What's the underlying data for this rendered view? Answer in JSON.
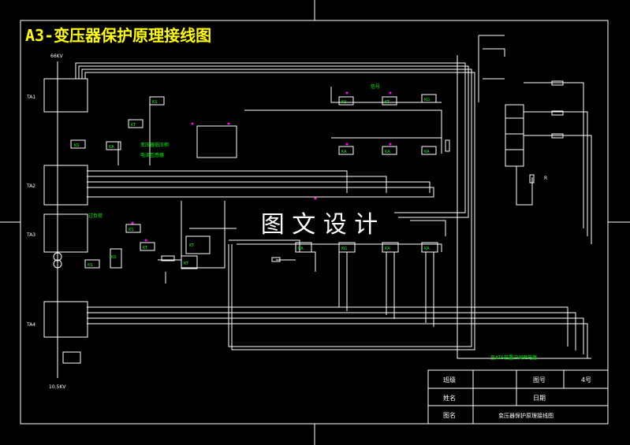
{
  "drawing": {
    "title": "A3-变压器保护原理接线图",
    "watermark": "图 文 设 计",
    "ratings": {
      "high_voltage": "66KV",
      "low_voltage": "10.5KV"
    },
    "current_transformers": [
      "TA1",
      "TA2",
      "TA3",
      "TA4"
    ],
    "relay_labels": [
      "KS",
      "KT",
      "KA",
      "KS",
      "KT",
      "KG",
      "KS",
      "KA",
      "KA",
      "KA",
      "KS",
      "KT",
      "KS",
      "KA",
      "KG",
      "KA",
      "KA",
      "KS",
      "KT",
      "KT"
    ],
    "annotations": {
      "signal": "信号",
      "overcurrent": "过负荷",
      "transformer_overvoltage": "变压器低压侧",
      "protection_outlet": "电流互感器",
      "bottom_bus_note": "至ATS装置中间继电器",
      "resistor": "R"
    },
    "colors": {
      "lines": "#ffffff",
      "labels": "#00ff00",
      "title": "#ffff00",
      "watermark": "#ffffff",
      "magenta": "#ff00ff"
    }
  },
  "title_block": {
    "rows": [
      {
        "label": "班级",
        "mid_label": "图号",
        "mid_value": "",
        "right_value": "4号"
      },
      {
        "label": "姓名",
        "mid_label": "日期",
        "mid_value": ""
      },
      {
        "label": "图名",
        "value": "变压器保护原理接线图"
      }
    ]
  }
}
